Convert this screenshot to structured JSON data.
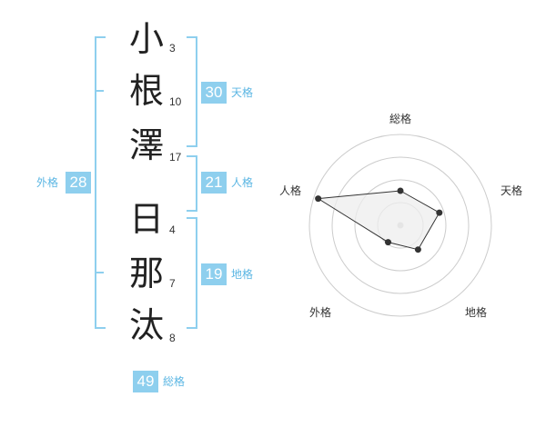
{
  "name": [
    {
      "char": "小",
      "strokes": "3"
    },
    {
      "char": "根",
      "strokes": "10"
    },
    {
      "char": "澤",
      "strokes": "17"
    },
    {
      "char": "日",
      "strokes": "4"
    },
    {
      "char": "那",
      "strokes": "7"
    },
    {
      "char": "汰",
      "strokes": "8"
    }
  ],
  "kaku": {
    "tenkaku": {
      "value": "30",
      "label": "天格"
    },
    "jinkaku": {
      "value": "21",
      "label": "人格"
    },
    "chikaku": {
      "value": "19",
      "label": "地格"
    },
    "gaikaku": {
      "value": "28",
      "label": "外格"
    },
    "soukaku": {
      "value": "49",
      "label": "総格"
    }
  },
  "chart_data": {
    "type": "radar",
    "axes": [
      "総格",
      "天格",
      "地格",
      "外格",
      "人格"
    ],
    "values": [
      0.38,
      0.45,
      0.33,
      0.23,
      0.95
    ],
    "range": [
      0,
      1
    ],
    "rings": 4,
    "colors": {
      "fill": "#eeeeee",
      "stroke": "#333333",
      "ring": "#cccccc",
      "point": "#333333",
      "center": "#cccccc"
    }
  }
}
